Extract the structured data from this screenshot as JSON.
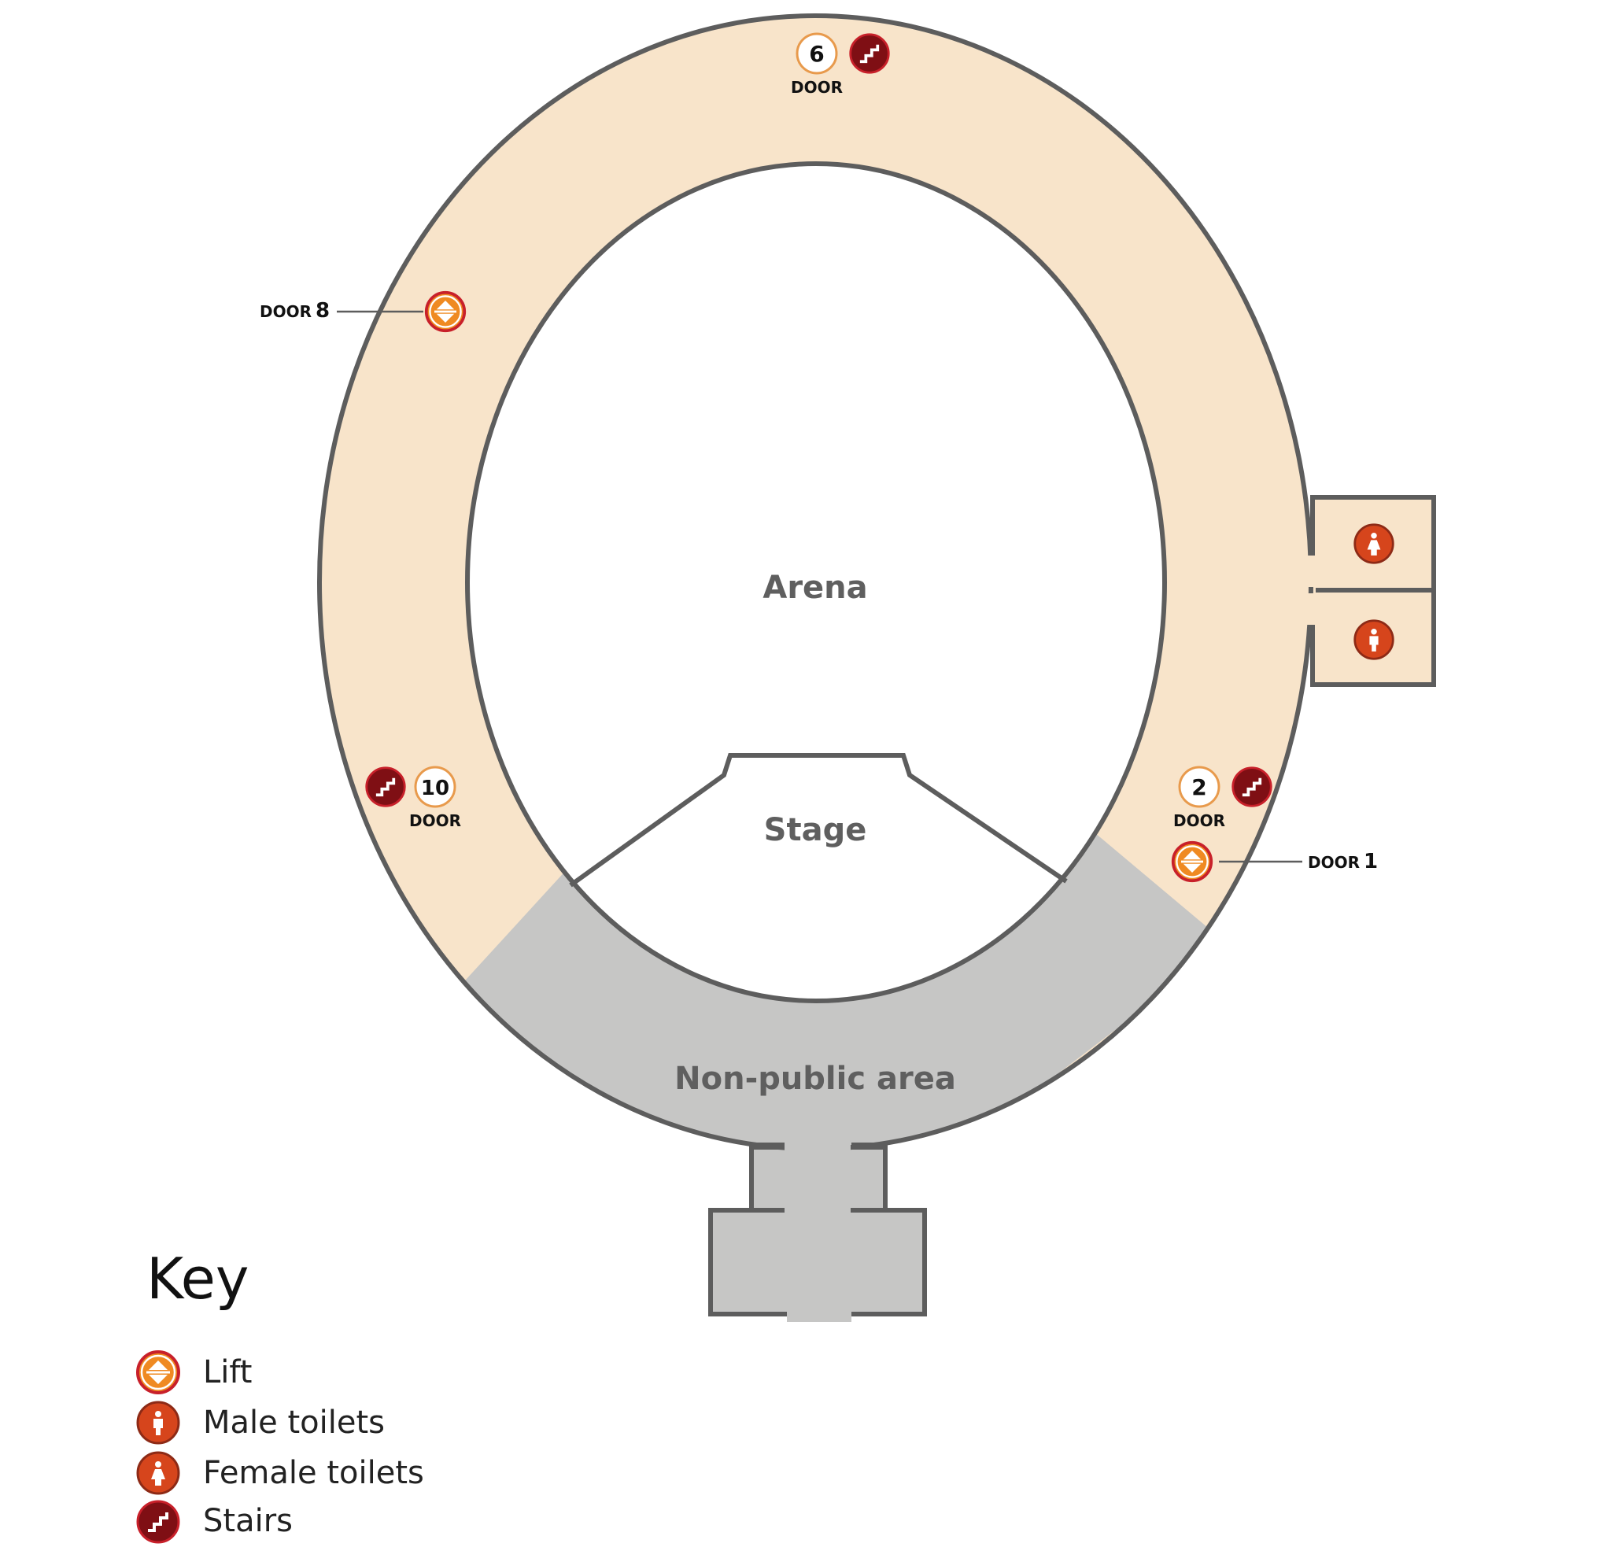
{
  "colors": {
    "public_area": "#f8e4ca",
    "non_public_area": "#c6c6c5",
    "outline": "#5d5d5d",
    "lift_orange": "#ef8a22",
    "lift_ring": "#c8202a",
    "toilet_red": "#d6451c",
    "toilet_ring": "#9f2f19",
    "stairs": "#7f0f14",
    "door_badge_ring": "#e89a4c"
  },
  "areas": {
    "arena": "Arena",
    "stage": "Stage",
    "non_public": "Non-public area"
  },
  "doors": {
    "door_6": {
      "word": "DOOR",
      "number": "6"
    },
    "door_8": {
      "word": "DOOR",
      "number": "8"
    },
    "door_10": {
      "word": "DOOR",
      "number": "10"
    },
    "door_2": {
      "word": "DOOR",
      "number": "2"
    },
    "door_1": {
      "word": "DOOR",
      "number": "1"
    }
  },
  "key": {
    "title": "Key",
    "items": [
      {
        "label": "Lift",
        "icon": "lift-icon"
      },
      {
        "label": "Male toilets",
        "icon": "male-toilets-icon"
      },
      {
        "label": "Female toilets",
        "icon": "female-toilets-icon"
      },
      {
        "label": "Stairs",
        "icon": "stairs-icon"
      }
    ]
  }
}
